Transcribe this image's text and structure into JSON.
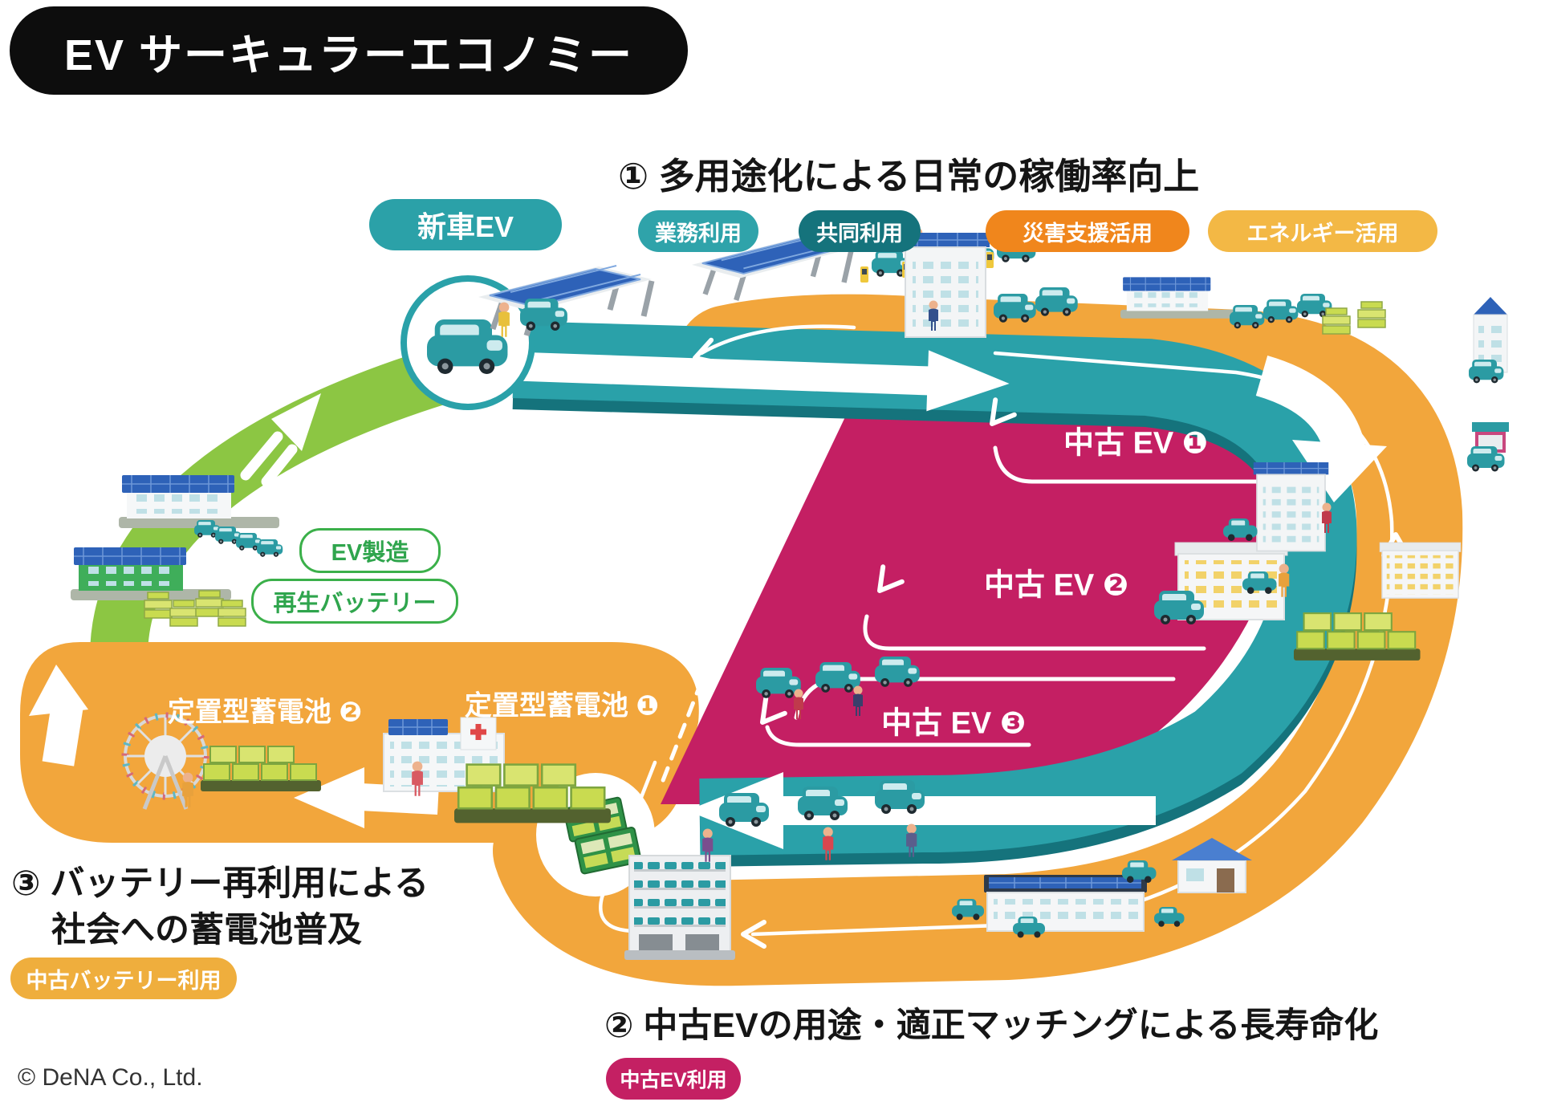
{
  "title": "EV サーキュラーエコノミー",
  "sections": {
    "one": {
      "heading": "① 多用途化による日常の稼働率向上"
    },
    "two": {
      "heading": "② 中古EVの用途・適正マッチングによる長寿命化",
      "badge": "中古EV利用"
    },
    "three": {
      "heading_line1": "③ バッテリー再利用による",
      "heading_line2": "社会への蓄電池普及",
      "badge": "中古バッテリー利用"
    }
  },
  "top_badges": {
    "new_ev": "新車EV",
    "business": "業務利用",
    "shared": "共同利用",
    "disaster": "災害支援活用",
    "energy": "エネルギー活用"
  },
  "left_badges": {
    "ev_mfg": "EV製造",
    "recycled_battery": "再生バッテリー"
  },
  "loop_labels": {
    "used_ev_1": "中古 EV ❶",
    "used_ev_2": "中古 EV ❷",
    "used_ev_3": "中古 EV ❸",
    "battery_1": "定置型蓄電池 ❶",
    "battery_2": "定置型蓄電池 ❷"
  },
  "footer": {
    "copyright": "© DeNA Co., Ltd."
  },
  "colors": {
    "teal": "#2AA1A9",
    "teal_dark": "#15737C",
    "orange": "#F2A63C",
    "orange_deep": "#F0861C",
    "amber": "#F3B845",
    "magenta": "#C41F63",
    "green": "#8CC643",
    "green_badge": "#3BB04A",
    "black": "#0d0d0d"
  }
}
